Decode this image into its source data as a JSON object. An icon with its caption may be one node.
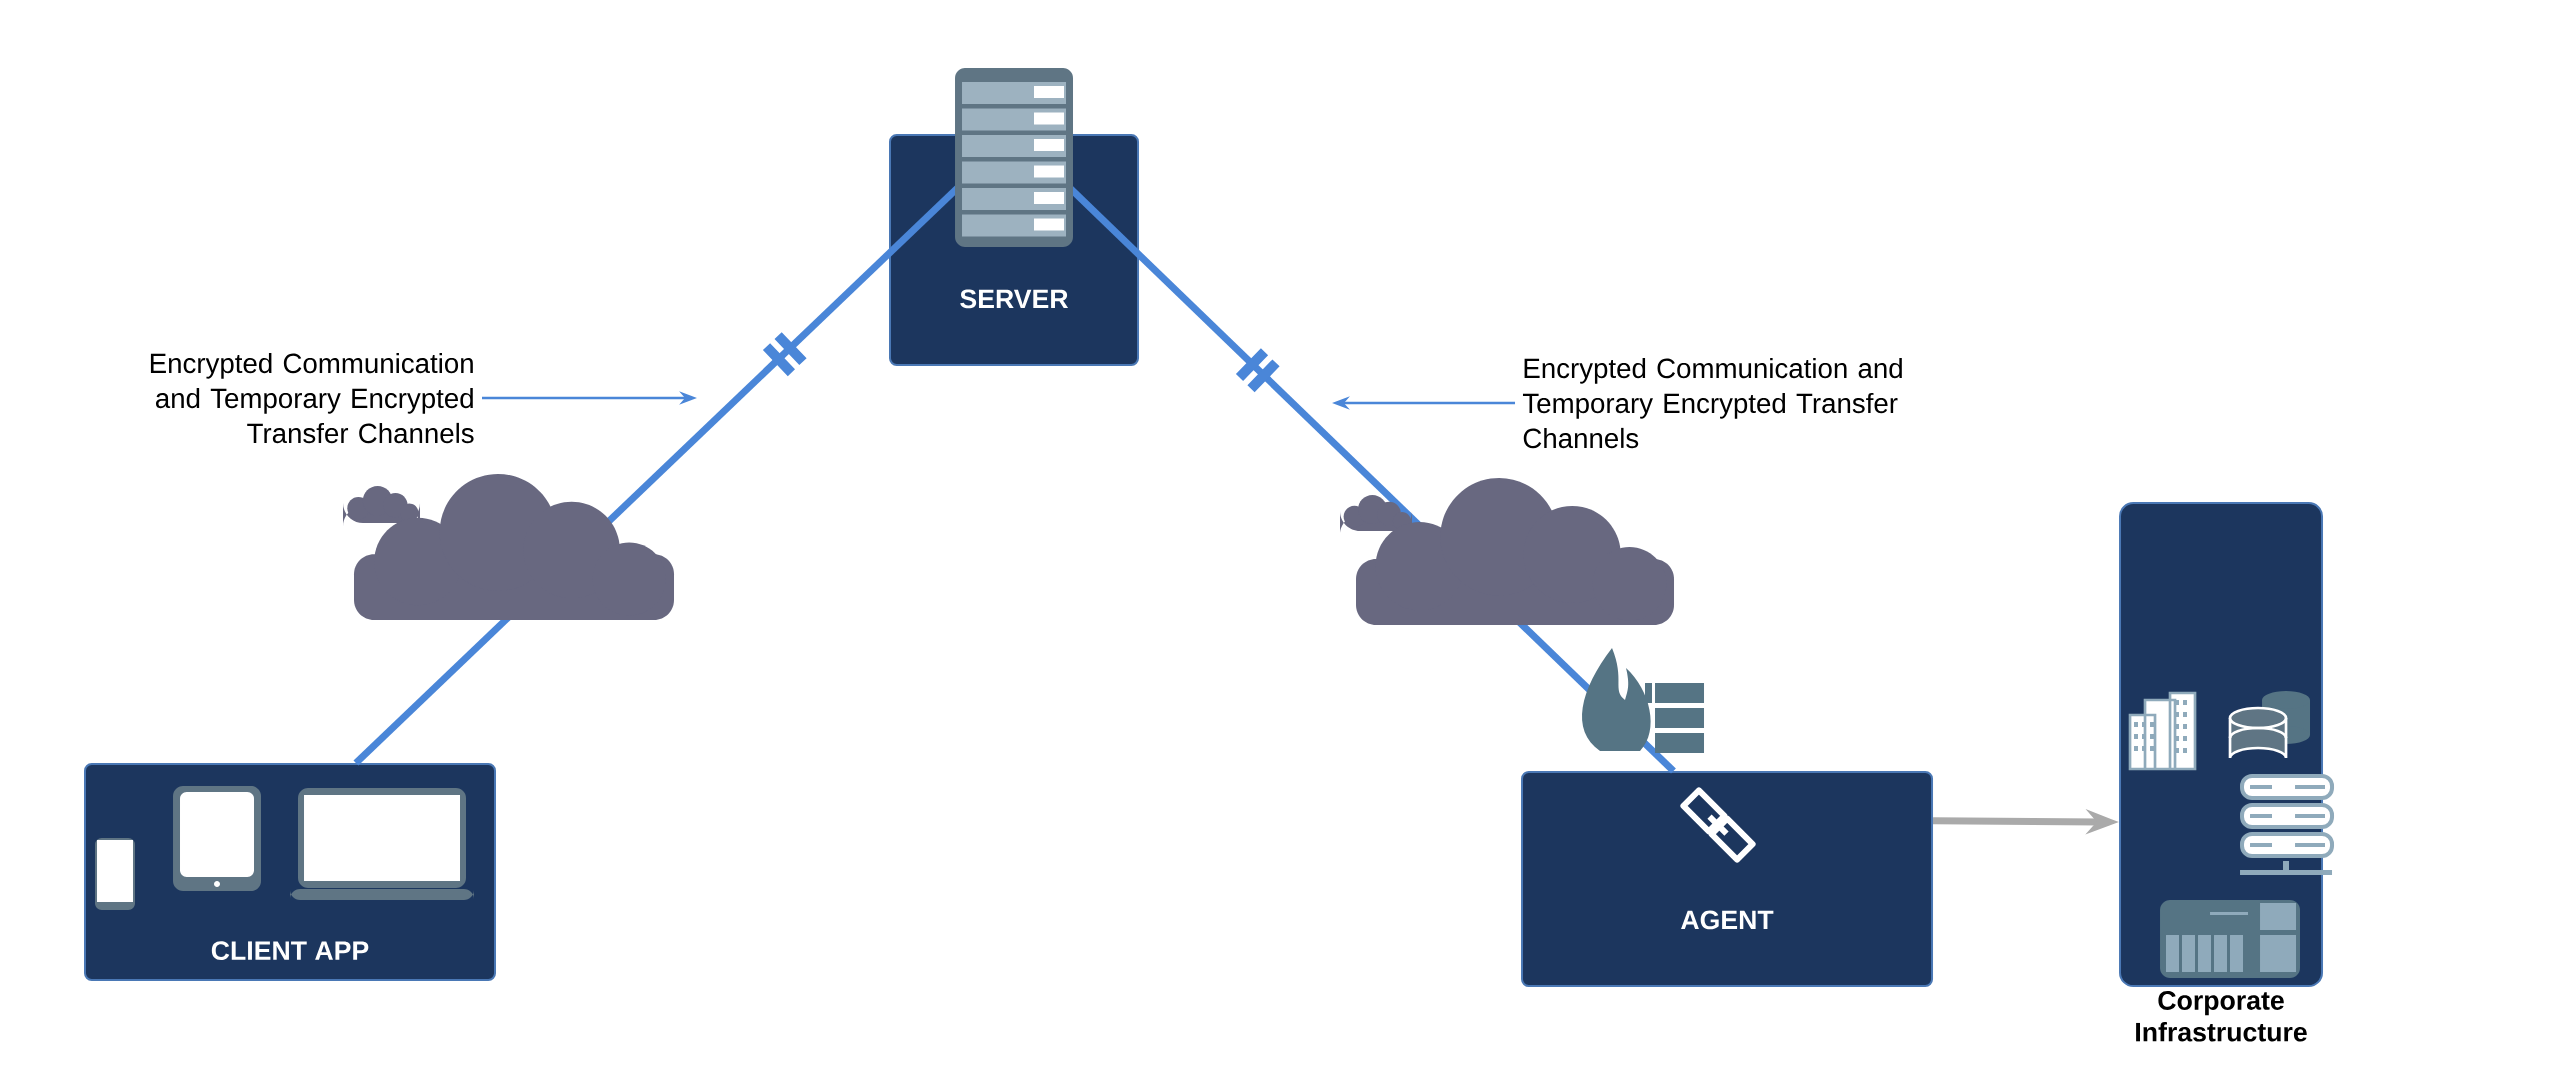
{
  "diagram": {
    "nodes": [
      {
        "text": [
          "SERVER"
        ]
      },
      {
        "text": [
          "CLIENT APP"
        ]
      },
      {
        "text": [
          "AGENT"
        ]
      },
      {
        "text": [
          "Corporate Infrastructure"
        ]
      },
      {
        "text": [
          "Encrypted Communication and Temporary Encrypted Transfer Channels"
        ]
      },
      {
        "text": [
          "Encrypted Communication and Temporary Encrypted Transfer Channels"
        ]
      }
    ],
    "edges": [
      {
        "from": 1,
        "to": 0,
        "arrow": "none"
      },
      {
        "from": 0,
        "to": 2,
        "arrow": "none"
      },
      {
        "from": 2,
        "to": 3,
        "arrow": "to",
        "color": "#aaaaaa"
      },
      {
        "from": 4,
        "to": null,
        "arrow": "to"
      },
      {
        "from": 5,
        "to": null,
        "arrow": "to"
      }
    ]
  }
}
